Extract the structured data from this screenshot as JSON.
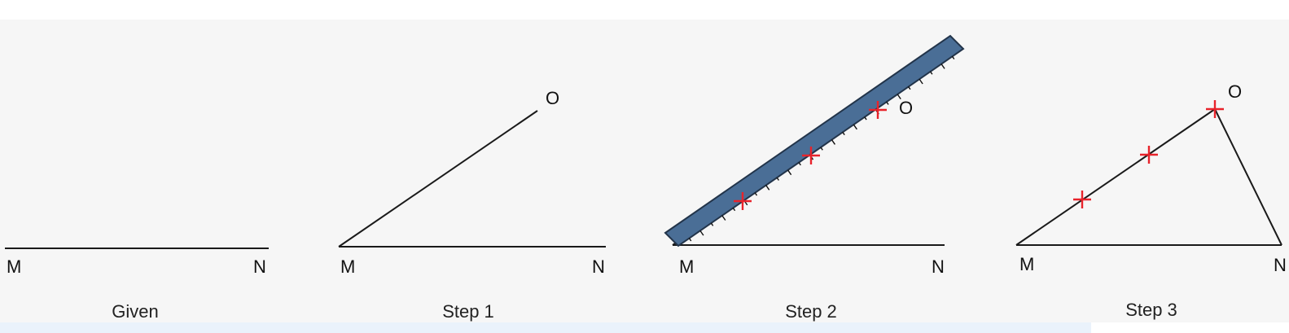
{
  "panels": [
    {
      "caption": "Given",
      "labels": {
        "m": "M",
        "n": "N"
      }
    },
    {
      "caption": "Step 1",
      "labels": {
        "m": "M",
        "n": "N",
        "o": "O"
      }
    },
    {
      "caption": "Step 2",
      "labels": {
        "m": "M",
        "n": "N",
        "o": "O"
      }
    },
    {
      "caption": "Step 3",
      "labels": {
        "m": "M",
        "n": "N",
        "o": "O"
      }
    }
  ],
  "colors": {
    "line": "#1a1a1a",
    "ruler_fill": "#4a6e96",
    "ruler_edge": "#22344a",
    "marks": "#e8232b"
  }
}
